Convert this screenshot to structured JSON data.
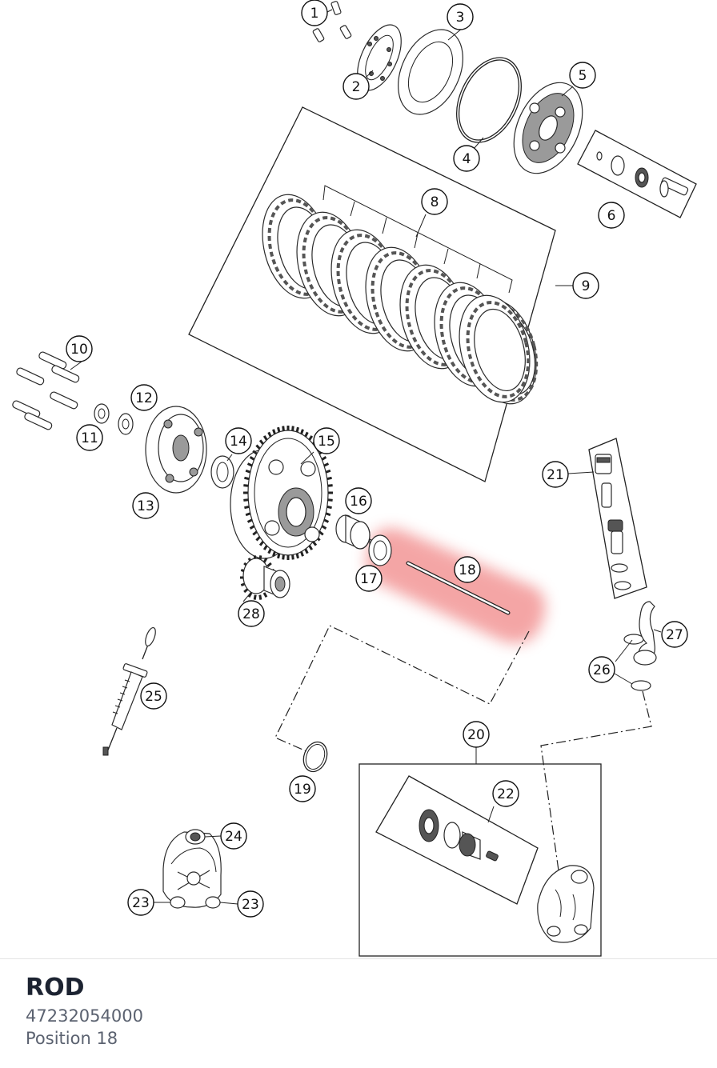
{
  "selected_part": {
    "name": "ROD",
    "part_number": "47232054000",
    "position": "Position 18",
    "highlight_color": "#f08080"
  },
  "callouts": [
    {
      "id": "callout-1",
      "label": "1"
    },
    {
      "id": "callout-2",
      "label": "2"
    },
    {
      "id": "callout-3",
      "label": "3"
    },
    {
      "id": "callout-4",
      "label": "4"
    },
    {
      "id": "callout-5",
      "label": "5"
    },
    {
      "id": "callout-6",
      "label": "6"
    },
    {
      "id": "callout-8",
      "label": "8"
    },
    {
      "id": "callout-9",
      "label": "9"
    },
    {
      "id": "callout-10",
      "label": "10"
    },
    {
      "id": "callout-11",
      "label": "11"
    },
    {
      "id": "callout-12",
      "label": "12"
    },
    {
      "id": "callout-13",
      "label": "13"
    },
    {
      "id": "callout-14",
      "label": "14"
    },
    {
      "id": "callout-15",
      "label": "15"
    },
    {
      "id": "callout-16",
      "label": "16"
    },
    {
      "id": "callout-17",
      "label": "17"
    },
    {
      "id": "callout-18",
      "label": "18"
    },
    {
      "id": "callout-19",
      "label": "19"
    },
    {
      "id": "callout-20",
      "label": "20"
    },
    {
      "id": "callout-21",
      "label": "21"
    },
    {
      "id": "callout-22",
      "label": "22"
    },
    {
      "id": "callout-23a",
      "label": "23"
    },
    {
      "id": "callout-23b",
      "label": "23"
    },
    {
      "id": "callout-24",
      "label": "24"
    },
    {
      "id": "callout-25",
      "label": "25"
    },
    {
      "id": "callout-26",
      "label": "26"
    },
    {
      "id": "callout-27",
      "label": "27"
    },
    {
      "id": "callout-28",
      "label": "28"
    }
  ]
}
